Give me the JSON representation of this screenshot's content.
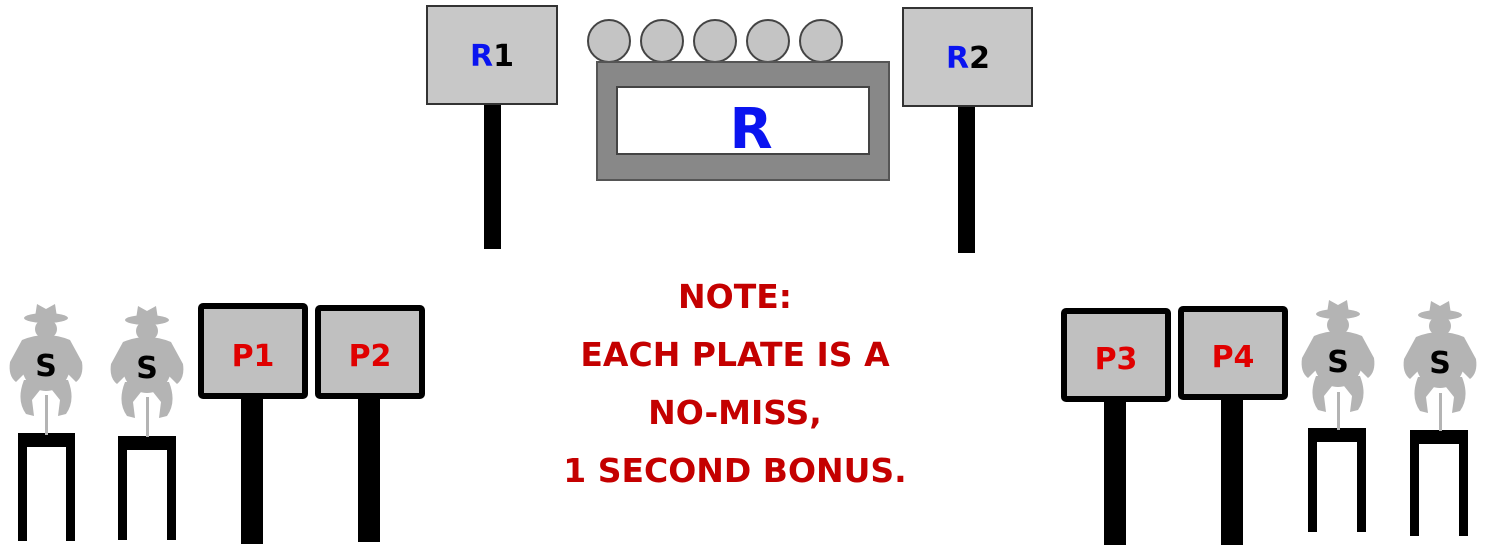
{
  "colors": {
    "blue": "#0a14f0",
    "black": "#000000",
    "red": "#e00000",
    "note_red": "#c40000",
    "target_gray": "#c8c8c8",
    "plate_gray": "#c4c4c4",
    "frame_gray": "#888888",
    "silhouette_gray": "#b4b4b4"
  },
  "rack": {
    "label": "R",
    "plates_count": 5
  },
  "rack_targets": [
    {
      "letter": "R",
      "number": "1"
    },
    {
      "letter": "R",
      "number": "2"
    }
  ],
  "paper_targets": [
    "P1",
    "P2",
    "P3",
    "P4"
  ],
  "steel_targets": [
    "S",
    "S",
    "S",
    "S"
  ],
  "note": {
    "title": "NOTE:",
    "lines": [
      "EACH PLATE IS A",
      "NO-MISS,",
      "1 SECOND BONUS."
    ]
  }
}
